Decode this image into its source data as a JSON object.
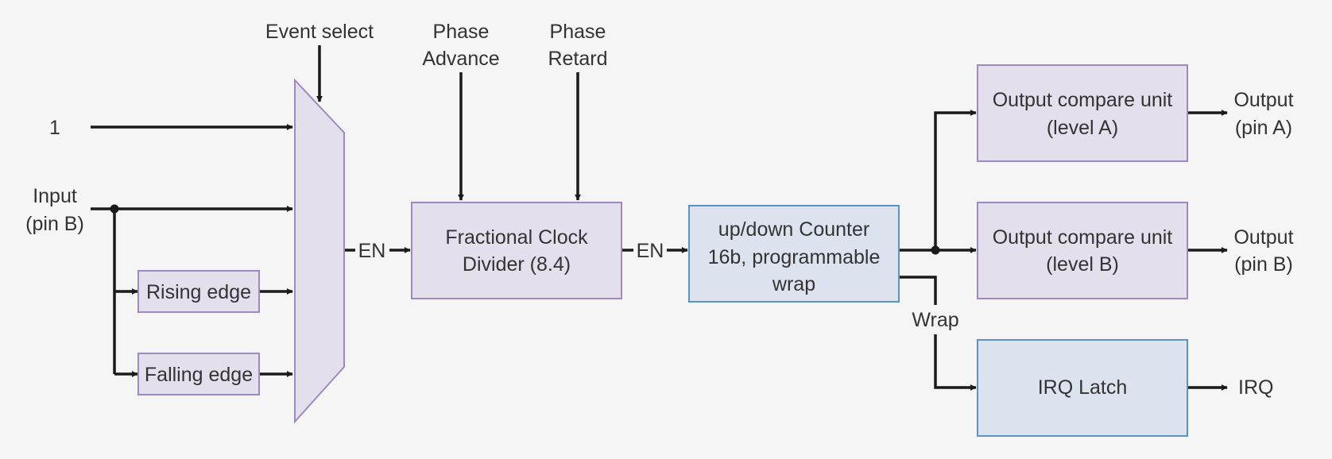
{
  "colors": {
    "background": "#f5f5f5",
    "purple_fill": "#e4dfec",
    "purple_stroke": "#9d8bbf",
    "blue_fill": "#dce3ef",
    "blue_stroke": "#5b94c0",
    "line": "#1a1a1a",
    "text": "#333333"
  },
  "inputs": {
    "event_select": "Event select",
    "constant_one": "1",
    "input_line1": "Input",
    "input_line2": "(pin B)",
    "phase_advance_line1": "Phase",
    "phase_advance_line2": "Advance",
    "phase_retard_line1": "Phase",
    "phase_retard_line2": "Retard"
  },
  "blocks": {
    "rising_edge": "Rising edge",
    "falling_edge": "Falling edge",
    "clock_divider_line1": "Fractional Clock",
    "clock_divider_line2": "Divider (8.4)",
    "counter_line1": "up/down Counter",
    "counter_line2": "16b, programmable",
    "counter_line3": "wrap",
    "compare_a_line1": "Output compare unit",
    "compare_a_line2": "(level A)",
    "compare_b_line1": "Output compare unit",
    "compare_b_line2": "(level B)",
    "irq_latch": "IRQ Latch"
  },
  "signals": {
    "en_mux": "EN",
    "en_divider": "EN",
    "wrap": "Wrap"
  },
  "outputs": {
    "output_a_line1": "Output",
    "output_a_line2": "(pin A)",
    "output_b_line1": "Output",
    "output_b_line2": "(pin B)",
    "irq": "IRQ"
  }
}
